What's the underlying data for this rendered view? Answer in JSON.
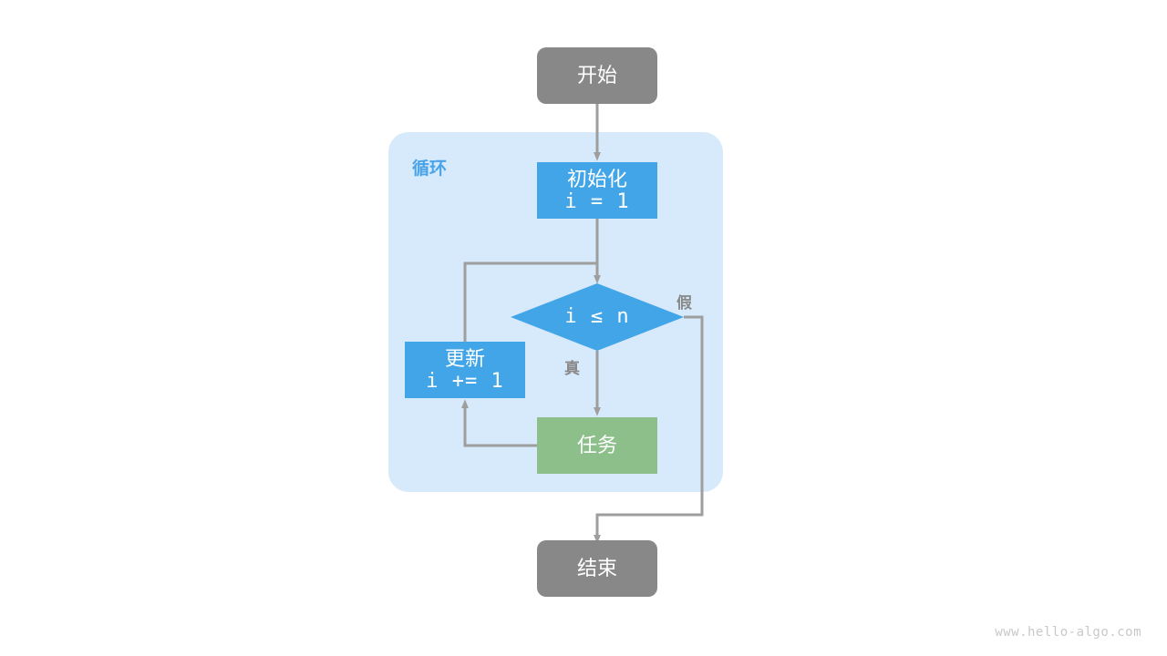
{
  "diagram": {
    "title": "for-loop-flowchart",
    "background": "#ffffff",
    "colors": {
      "terminal_gray": "#888888",
      "process_blue": "#42a5e8",
      "task_green": "#8cbf8a",
      "group_fill": "#d6eafb",
      "edge_gray": "#9e9e9e",
      "label_gray": "#7f7f7f",
      "group_label_blue": "#4aa3e8",
      "watermark_gray": "#c9c9c9",
      "node_text": "#ffffff"
    },
    "group": {
      "label": "循环",
      "shape": "rounded-rect"
    },
    "nodes": {
      "start": {
        "label": "开始",
        "shape": "rounded-rect",
        "color": "#888888"
      },
      "init": {
        "line1": "初始化",
        "line2": "i = 1",
        "shape": "rect",
        "color": "#42a5e8"
      },
      "condition": {
        "label": "i ≤ n",
        "shape": "diamond",
        "color": "#42a5e8"
      },
      "update": {
        "line1": "更新",
        "line2": "i += 1",
        "shape": "rect",
        "color": "#42a5e8"
      },
      "task": {
        "label": "任务",
        "shape": "rect",
        "color": "#8cbf8a"
      },
      "end": {
        "label": "结束",
        "shape": "rounded-rect",
        "color": "#888888"
      }
    },
    "edge_labels": {
      "true_branch": "真",
      "false_branch": "假"
    },
    "watermark": "www.hello-algo.com"
  }
}
